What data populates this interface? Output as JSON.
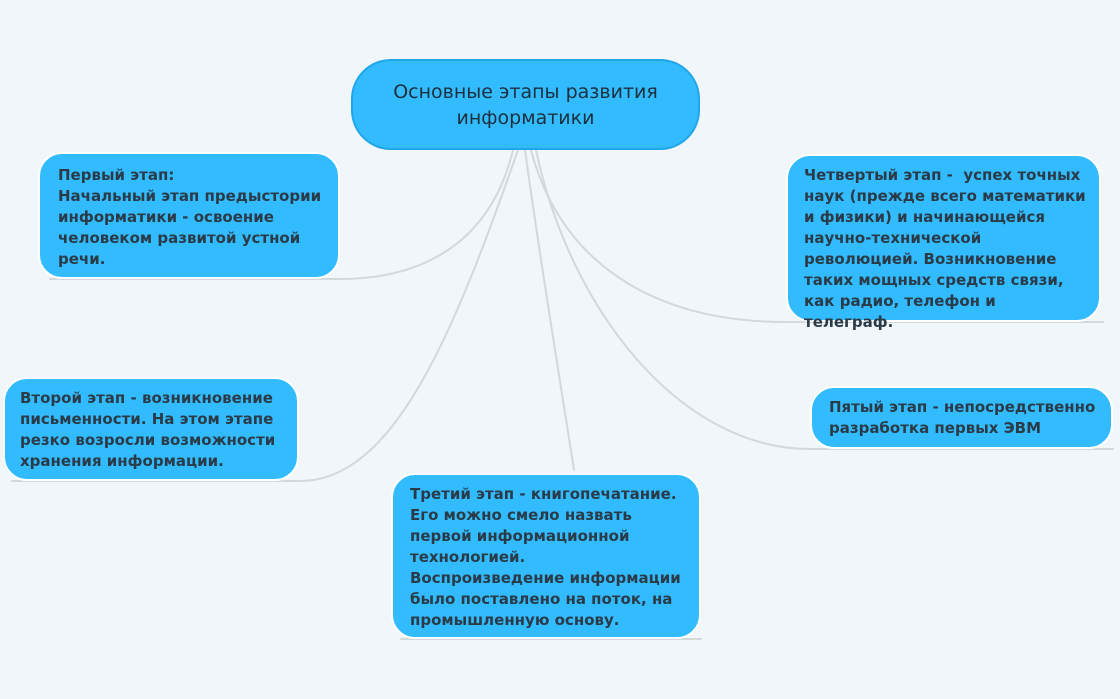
{
  "colors": {
    "background": "#f0f6f9",
    "node_fill": "#33bbff",
    "node_border": "#ffffff",
    "root_border": "#1ea5ea",
    "connector": "#d3d8da",
    "text": "#2a3b47"
  },
  "root": {
    "text": "Основные этапы развития информатики"
  },
  "stages": {
    "first": "Первый этап:\nНачальный этап предыстории информатики - освоение человеком развитой устной речи.",
    "second": "Второй этап - возникновение письменности. На этом этапе резко возросли возможности хранения информации.",
    "third": "Третий этап - книгопечатание. Его можно смело назвать первой информационной технологией.\nВоспроизведение информации было поставлено на поток, на промышленную основу.",
    "fourth": "Четвертый этап -  успех точных наук (прежде всего математики и физики) и начинающейся научно-технической революцией. Возникновение таких мощных средств связи, как радио, телефон и телеграф.",
    "fifth": "Пятый этап - непосредственно разработка первых ЭВМ"
  }
}
